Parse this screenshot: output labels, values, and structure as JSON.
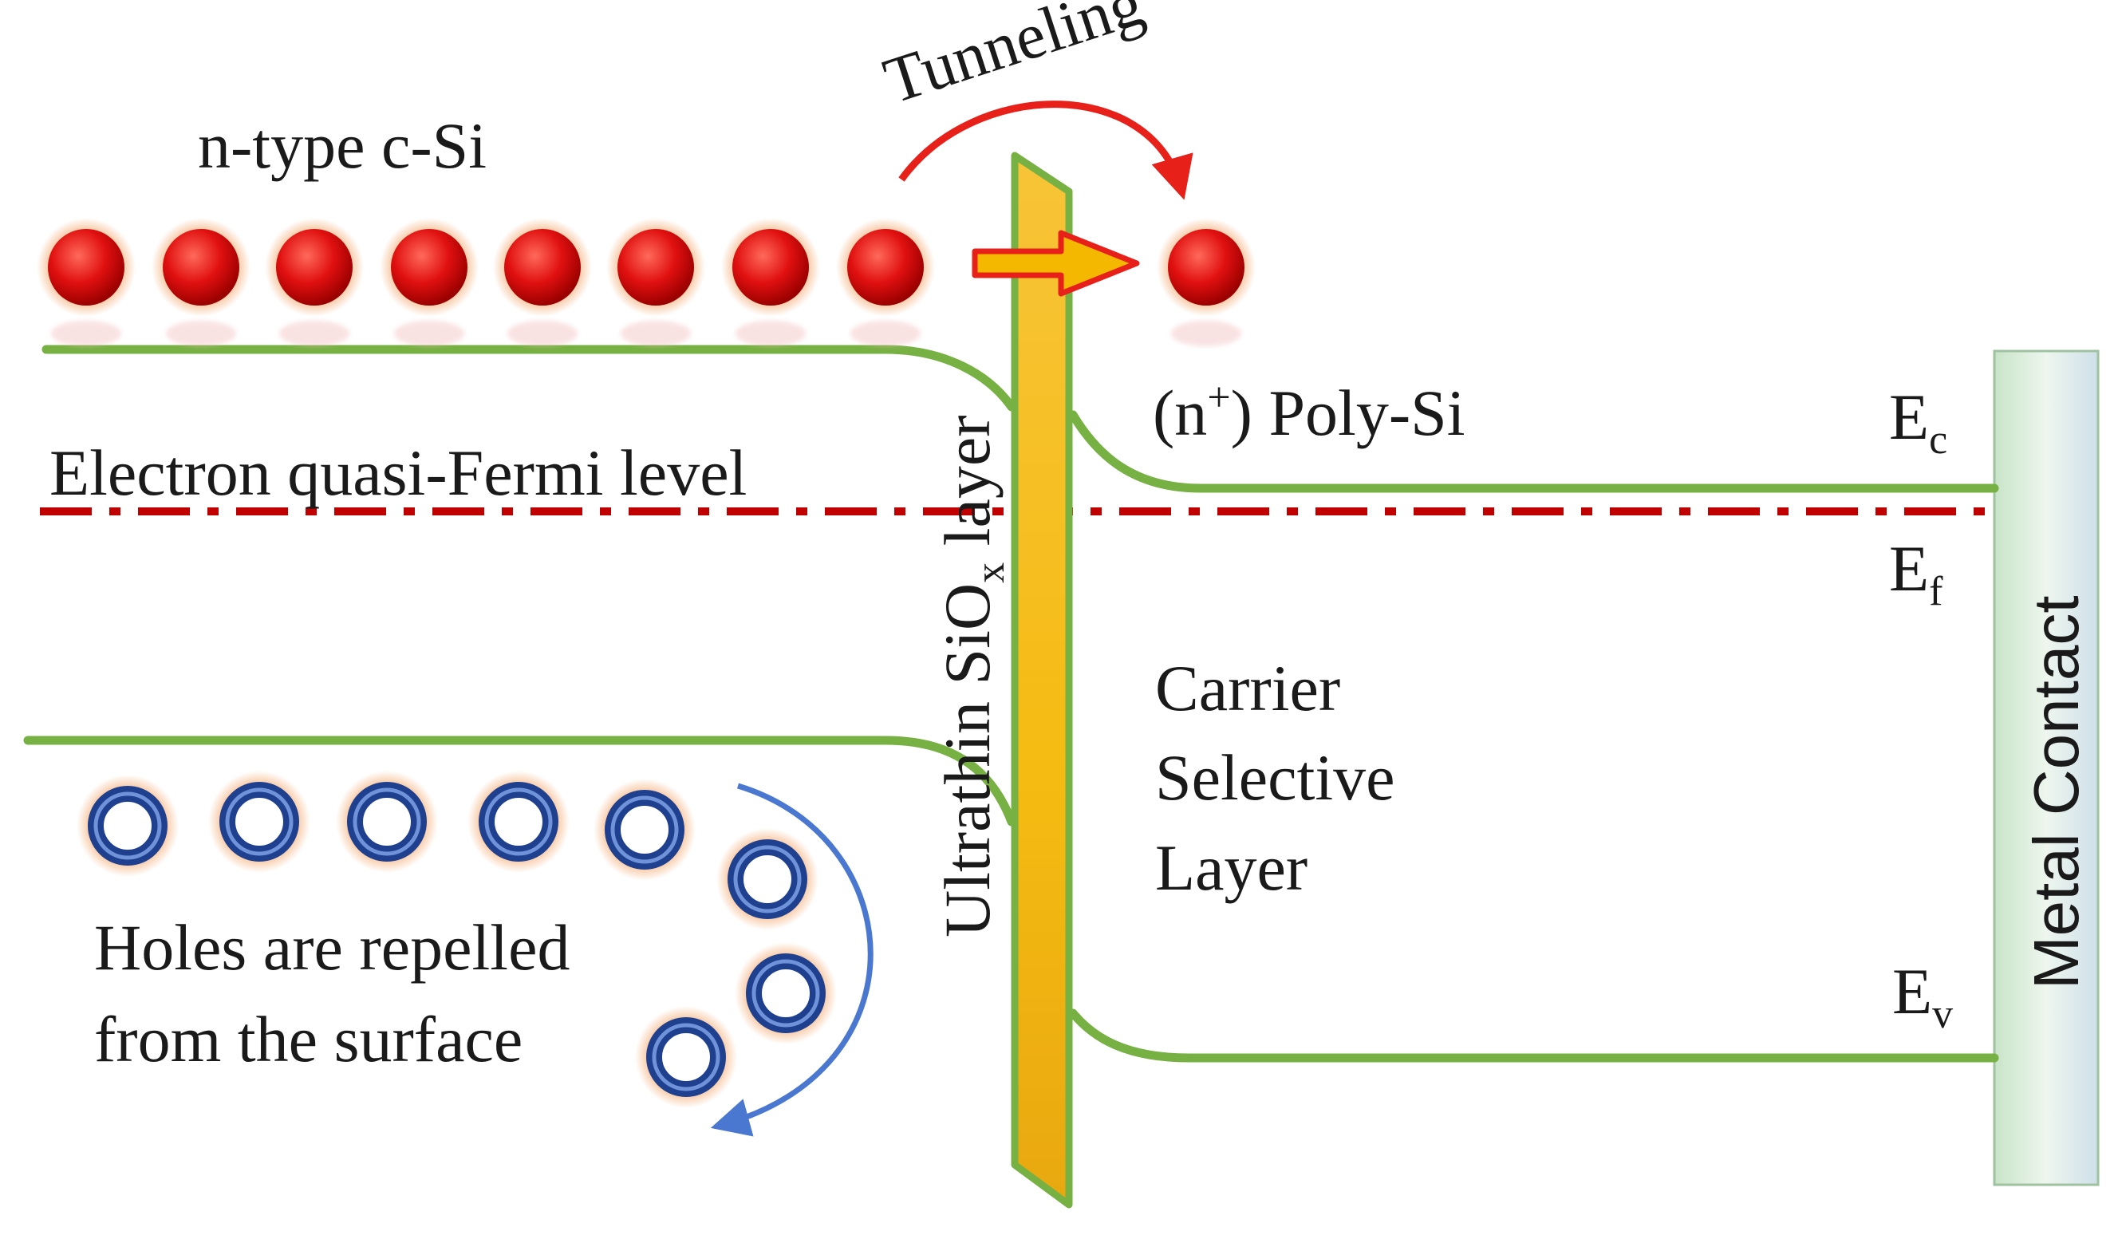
{
  "labels": {
    "n_type": "n-type c-Si",
    "tunneling": "Tunneling",
    "electron_fermi": "Electron quasi-Fermi level",
    "oxide_main": "Ultrathin SiO",
    "oxide_sub": "x",
    "oxide_tail": " layer",
    "poly_pre": "(n",
    "poly_sup": "+",
    "poly_post": ") Poly-Si",
    "carrier_1": "Carrier",
    "carrier_2": "Selective",
    "carrier_3": "Layer",
    "holes_1": "Holes are repelled",
    "holes_2": "from the surface",
    "metal": "Metal Contact",
    "ec_main": "E",
    "ec_sub": "c",
    "ef_main": "E",
    "ef_sub": "f",
    "ev_main": "E",
    "ev_sub": "v"
  },
  "colors": {
    "band": "#77b043",
    "fermi": "#c00000",
    "electron": "#e01010",
    "hole": "#1f3f8f",
    "oxide": "#f5b800",
    "tunnel_arrow": "#e8201a",
    "repel_arrow": "#4a78d0",
    "metal": "#d8ecd9"
  }
}
